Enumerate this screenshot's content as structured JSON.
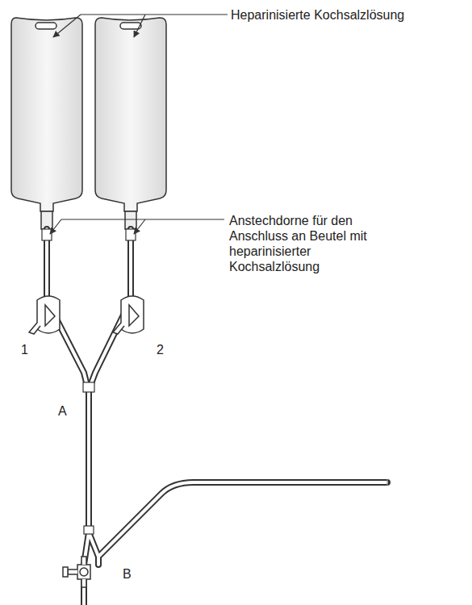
{
  "diagram": {
    "labels": [
      "Heparinisierte Kochsalzlösung",
      "Anstechdorne für den Anschluss an Beutel mit heparinisierter Kochsalzlösung",
      "1",
      "2",
      "A",
      "B"
    ]
  }
}
